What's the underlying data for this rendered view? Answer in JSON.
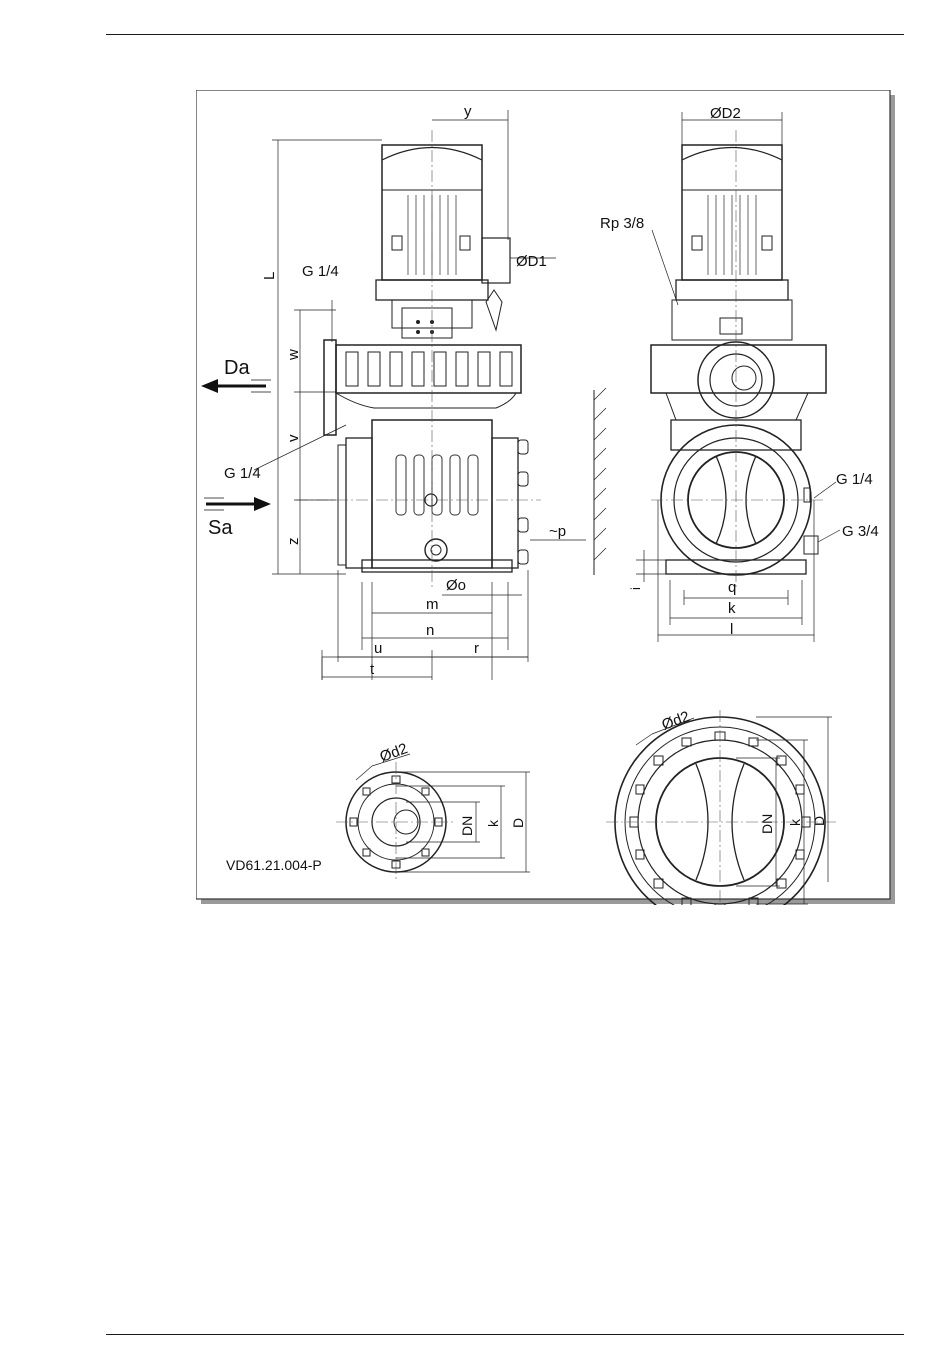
{
  "drawing": {
    "code": "VD61.21.004-P",
    "labels": {
      "y": "y",
      "D2": "ØD2",
      "D1": "ØD1",
      "L": "L",
      "G14_a": "G 1/4",
      "G14_b": "G 1/4",
      "G14_c": "G 1/4",
      "G34": "G 3/4",
      "Rp38": "Rp 3/8",
      "w": "w",
      "v": "v",
      "z": "z",
      "Da": "Da",
      "Sa": "Sa",
      "p": "~p",
      "o": "Øo",
      "m": "m",
      "n": "n",
      "u": "u",
      "r": "r",
      "t": "t",
      "q": "q",
      "k": "k",
      "l": "l",
      "d2_a": "Ød2",
      "d2_b": "Ød2",
      "DN_a": "DN",
      "k_a": "k",
      "D_a": "D",
      "DN_b": "DN",
      "k_b": "k",
      "D_b": "D",
      "i": "i"
    }
  }
}
